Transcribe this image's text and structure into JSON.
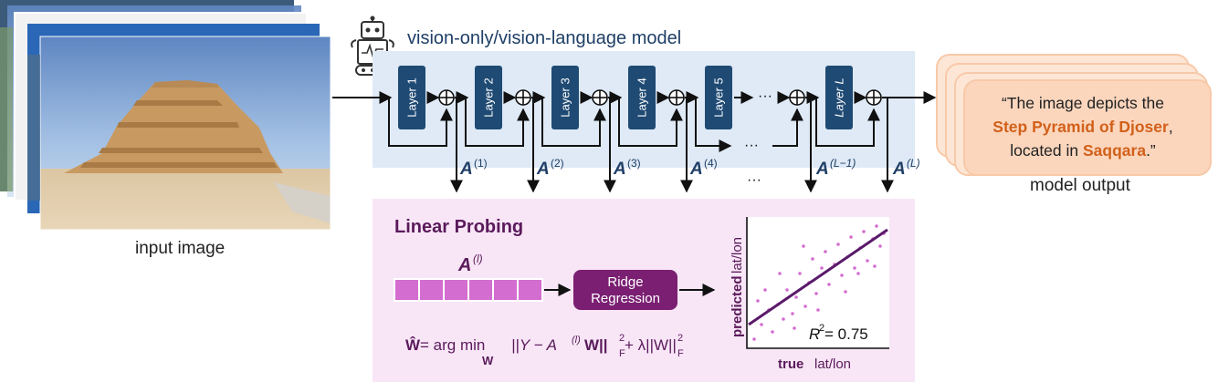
{
  "model": {
    "title": "vision-only/vision-language model",
    "layers": [
      "Layer 1",
      "Layer 2",
      "Layer 3",
      "Layer 4",
      "Layer 5",
      "Layer L"
    ],
    "ellipsis": "···",
    "activations": [
      "A",
      "A",
      "A",
      "A",
      "A",
      "A"
    ],
    "activation_superscripts": [
      "(1)",
      "(2)",
      "(3)",
      "(4)",
      "(L−1)",
      "(L)"
    ],
    "dots": "···"
  },
  "input": {
    "caption": "input image"
  },
  "output": {
    "caption": "model output",
    "quote_line1": "“The image depicts the",
    "quote_highlight1": "Step Pyramid of Djoser",
    "quote_line2_pre": "located in ",
    "quote_highlight2": "Saqqara",
    "quote_line2_post": ".”",
    "comma": ","
  },
  "probing": {
    "title": "Linear Probing",
    "activation_label": "A",
    "activation_sup": "(l)",
    "cells": 6,
    "ridge_line1": "Ridge",
    "ridge_line2": "Regression",
    "formula": {
      "w_hat": "Ŵ",
      "eq": " = arg min",
      "min_sub": "W",
      "body": "||Y − A",
      "body_sup": "(l)",
      "body2": "W||",
      "f1_sup": "2",
      "f1_sub": "F",
      "plus": " + λ||W||",
      "f2_sup": "2",
      "f2_sub": "F"
    },
    "scatter": {
      "y_label_bold": "predicted",
      "y_label_rest": " lat/lon",
      "x_label_bold": "true",
      "x_label_rest": " lat/lon",
      "r2_text": "R",
      "r2_sup": "2",
      "r2_value": " = 0.75"
    }
  },
  "colors": {
    "model_bg": "#dfeaf6",
    "layer_box": "#1f4a73",
    "probe_bg": "#f8e6f7",
    "probe_cell": "#d36dd0",
    "ridge_box": "#7a1f72",
    "fit_line": "#5a1a6a",
    "output_stack": "#f8c9a8",
    "highlight": "#d2601a"
  }
}
